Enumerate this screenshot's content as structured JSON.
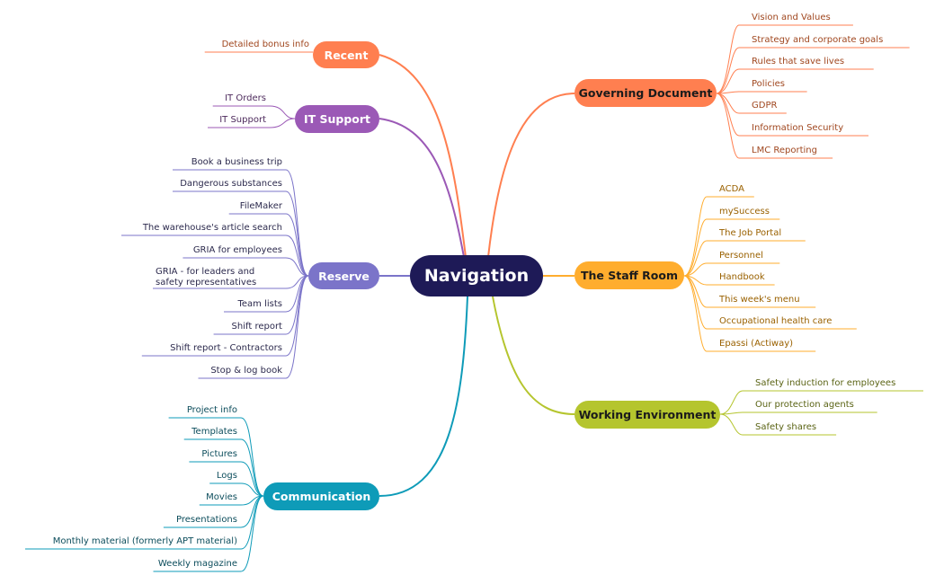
{
  "center": {
    "label": "Navigation",
    "color": "#1e1a57"
  },
  "branches": [
    {
      "id": "recent",
      "label": "Recent",
      "color": "#ff7f50",
      "leafColor": "#a0471f",
      "items": [
        "Detailed bonus info"
      ]
    },
    {
      "id": "it-support",
      "label": "IT Support",
      "color": "#9b59b6",
      "leafColor": "#4d2a5c",
      "items": [
        "IT Orders",
        "IT Support"
      ]
    },
    {
      "id": "reserve",
      "label": "Reserve",
      "color": "#7b74c9",
      "leafColor": "#2c2a4d",
      "items": [
        "Book a business trip",
        "Dangerous substances",
        "FileMaker",
        "The warehouse's article search",
        "GRIA for employees",
        "GRIA - for leaders and safety representatives",
        "Team lists",
        "Shift report",
        "Shift report - Contractors",
        "Stop & log book"
      ]
    },
    {
      "id": "communication",
      "label": "Communication",
      "color": "#0e9bb8",
      "leafColor": "#0c4d5c",
      "items": [
        "Project info",
        "Templates",
        "Pictures",
        "Logs",
        "Movies",
        "Presentations",
        "Monthly material (formerly APT material)",
        "Weekly magazine"
      ]
    },
    {
      "id": "governing-document",
      "label": "Governing Document",
      "color": "#ff7f50",
      "leafColor": "#a0471f",
      "items": [
        "Vision and Values",
        "Strategy and corporate goals",
        "Rules that save lives",
        "Policies",
        "GDPR",
        "Information Security",
        "LMC Reporting"
      ]
    },
    {
      "id": "staff-room",
      "label": "The Staff Room",
      "color": "#ffad2e",
      "leafColor": "#9a6100",
      "items": [
        "ACDA",
        "mySuccess",
        "The Job Portal",
        "Personnel",
        "Handbook",
        "This week's menu",
        "Occupational health care",
        "Epassi (Actiway)"
      ]
    },
    {
      "id": "working-environment",
      "label": "Working Environment",
      "color": "#b5c52e",
      "leafColor": "#5a6314",
      "items": [
        "Safety induction for employees",
        "Our protection agents",
        "Safety shares"
      ]
    }
  ]
}
